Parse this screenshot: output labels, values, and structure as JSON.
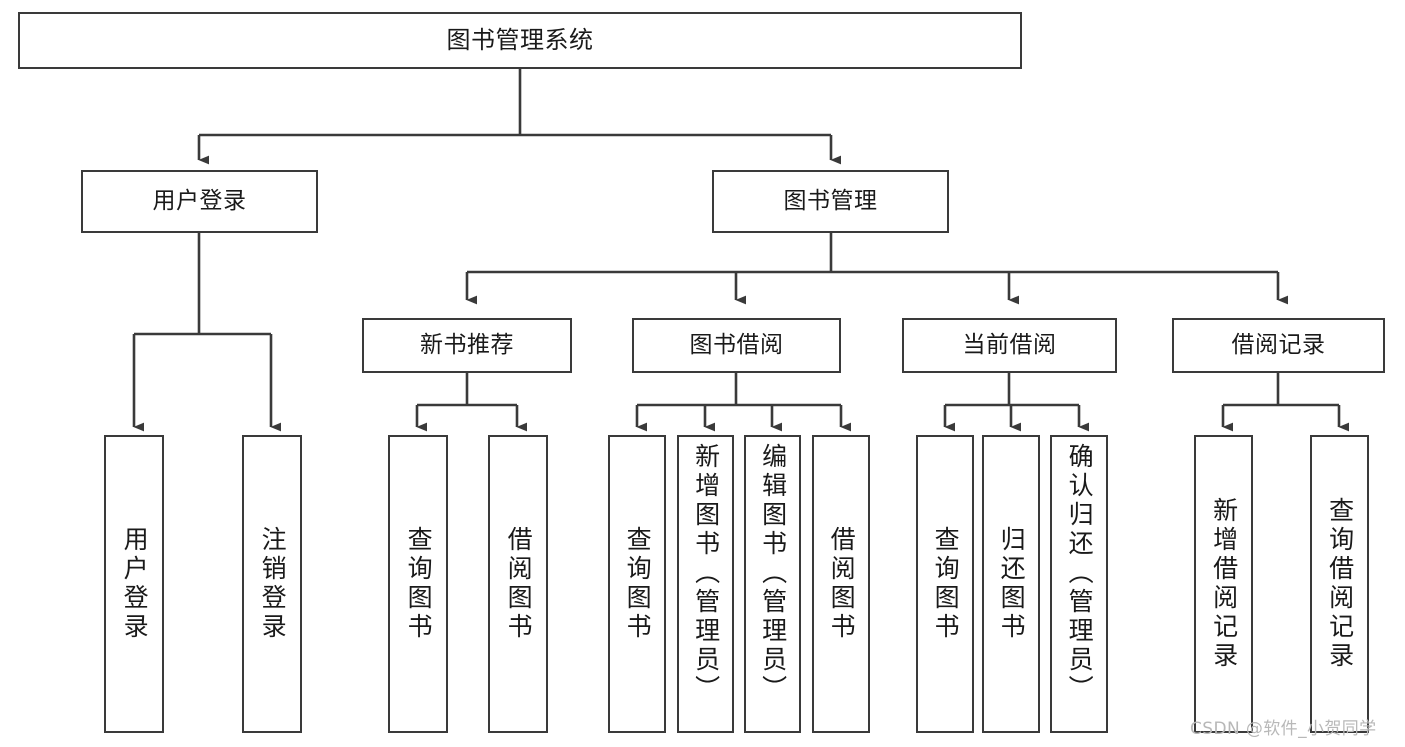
{
  "diagram": {
    "title": "图书管理系统",
    "type": "tree-hierarchy-chart",
    "background_color": "#ffffff",
    "line_color": "#3a3a3a",
    "text_color": "#1a1a1a"
  },
  "nodes": {
    "root": {
      "label": "图书管理系统"
    },
    "level2": [
      {
        "label": "用户登录"
      },
      {
        "label": "图书管理"
      }
    ],
    "level3": [
      {
        "label": "新书推荐"
      },
      {
        "label": "图书借阅"
      },
      {
        "label": "当前借阅"
      },
      {
        "label": "借阅记录"
      }
    ],
    "leaves_user_login": [
      {
        "label": "用户登录"
      },
      {
        "label": "注销登录"
      }
    ],
    "leaves_new_book": [
      {
        "label": "查询图书"
      },
      {
        "label": "借阅图书"
      }
    ],
    "leaves_borrow": [
      {
        "label": "查询图书"
      },
      {
        "label": "新增图书（管理员）"
      },
      {
        "label": "编辑图书（管理员）"
      },
      {
        "label": "借阅图书"
      }
    ],
    "leaves_current": [
      {
        "label": "查询图书"
      },
      {
        "label": "归还图书"
      },
      {
        "label": "确认归还（管理员）"
      }
    ],
    "leaves_record": [
      {
        "label": "新增借阅记录"
      },
      {
        "label": "查询借阅记录"
      }
    ]
  },
  "watermark": {
    "text": "CSDN @软件_小贺同学",
    "color": "#b8b8b8"
  }
}
